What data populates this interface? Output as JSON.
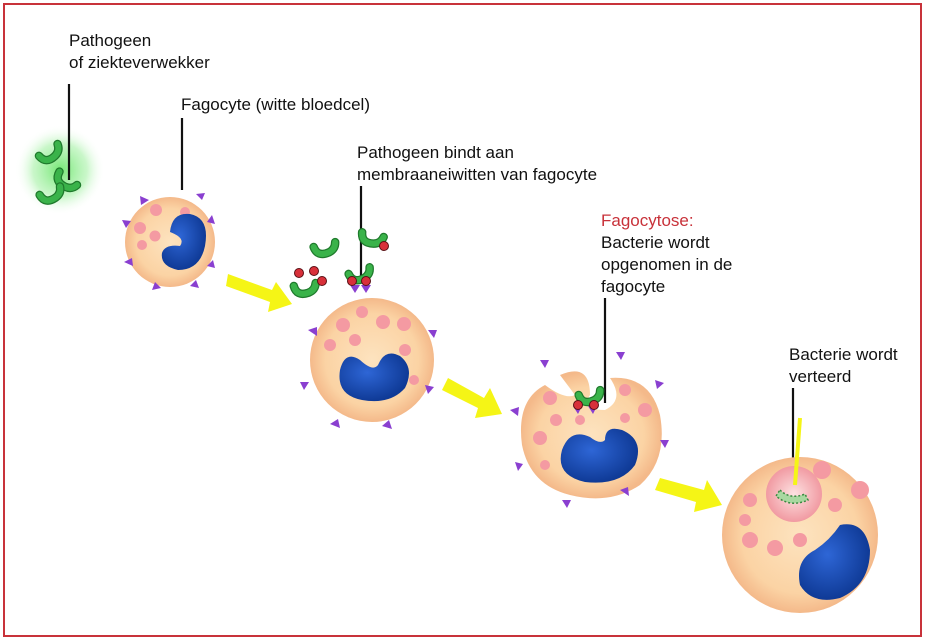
{
  "labels": {
    "pathogen": [
      "Pathogeen",
      "of ziekteverwekker"
    ],
    "phagocyte": "Fagocyte (witte bloedcel)",
    "binding": [
      "Pathogeen bindt aan",
      "membraaneiwitten van fagocyte"
    ],
    "phagocytosis_title": "Fagocytose:",
    "phagocytosis": [
      "Bacterie wordt",
      "opgenomen in de",
      "fagocyte"
    ],
    "digested": [
      "Bacterie wordt",
      "verteerd"
    ]
  },
  "colors": {
    "frame": "#c8323a",
    "cell_fill": "#fbd5a8",
    "nucleus": "#1546a8",
    "granule": "#f49aa2",
    "receptor": "#8a3fd0",
    "bacterium": "#3aa84a",
    "antigen": "#d8303a",
    "arrow": "#f5f516",
    "vacuole": "#f6aab0",
    "accent_text": "#c8323a"
  }
}
